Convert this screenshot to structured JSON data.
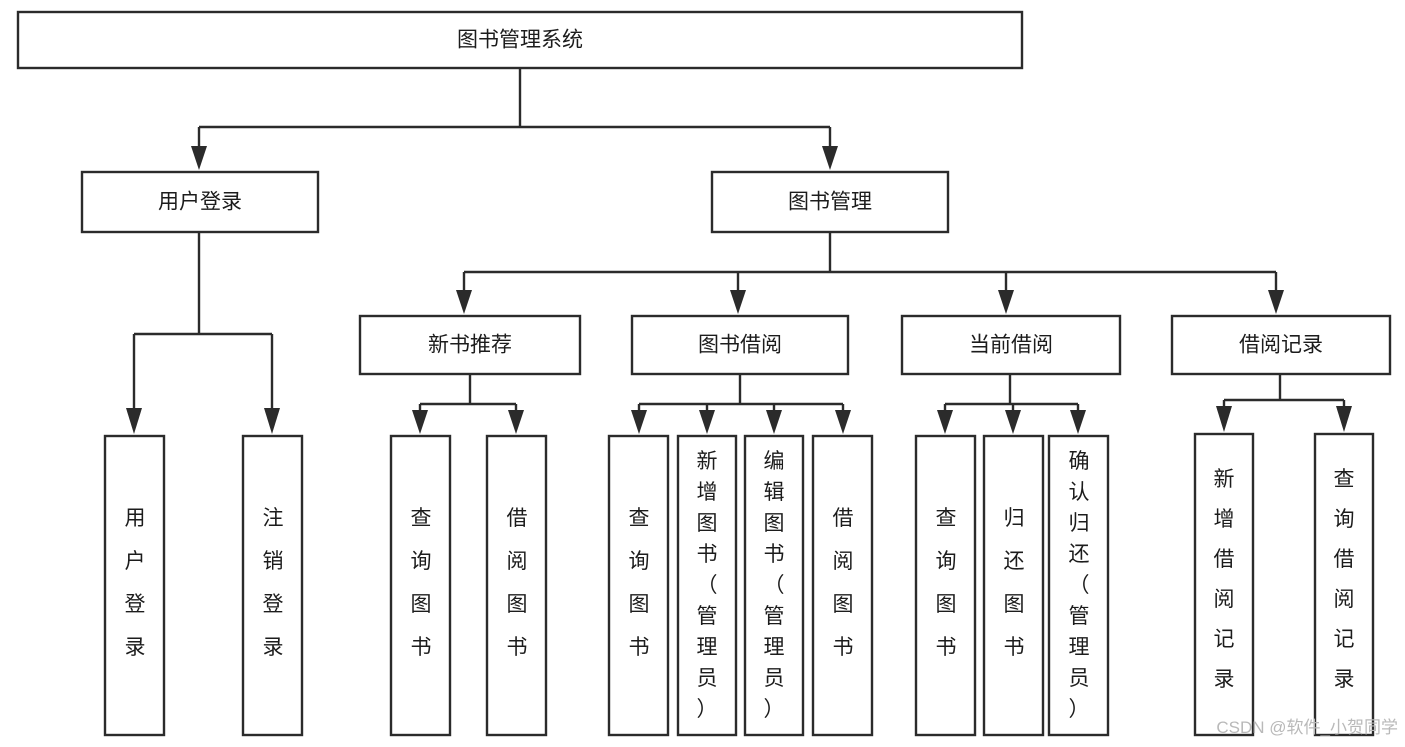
{
  "diagram": {
    "title": "图书管理系统",
    "type": "tree",
    "root": {
      "id": "root",
      "label": "图书管理系统"
    },
    "level2": [
      {
        "id": "user-login",
        "label": "用户登录"
      },
      {
        "id": "book-manage",
        "label": "图书管理"
      }
    ],
    "level3": [
      {
        "id": "new-book-recommend",
        "label": "新书推荐",
        "parent": "book-manage"
      },
      {
        "id": "book-borrow",
        "label": "图书借阅",
        "parent": "book-manage"
      },
      {
        "id": "current-borrow",
        "label": "当前借阅",
        "parent": "book-manage"
      },
      {
        "id": "borrow-record",
        "label": "借阅记录",
        "parent": "book-manage"
      }
    ],
    "leaves": {
      "user-login": [
        {
          "id": "leaf-user-login",
          "label": "用户登录"
        },
        {
          "id": "leaf-user-logout",
          "label": "注销登录"
        }
      ],
      "new-book-recommend": [
        {
          "id": "leaf-query-book-1",
          "label": "查询图书"
        },
        {
          "id": "leaf-borrow-book-1",
          "label": "借阅图书"
        }
      ],
      "book-borrow": [
        {
          "id": "leaf-query-book-2",
          "label": "查询图书"
        },
        {
          "id": "leaf-add-book",
          "label": "新增图书（管理员）"
        },
        {
          "id": "leaf-edit-book",
          "label": "编辑图书（管理员）"
        },
        {
          "id": "leaf-borrow-book-2",
          "label": "借阅图书"
        }
      ],
      "current-borrow": [
        {
          "id": "leaf-query-book-3",
          "label": "查询图书"
        },
        {
          "id": "leaf-return-book",
          "label": "归还图书"
        },
        {
          "id": "leaf-confirm-return",
          "label": "确认归还（管理员）"
        }
      ],
      "borrow-record": [
        {
          "id": "leaf-add-record",
          "label": "新增借阅记录"
        },
        {
          "id": "leaf-query-record",
          "label": "查询借阅记录"
        }
      ]
    }
  },
  "watermark": {
    "text": "CSDN @软件_小贺同学"
  },
  "colors": {
    "box_stroke": "#2b2b2b",
    "box_fill": "#ffffff",
    "text": "#1c1c1c",
    "background": "#ffffff",
    "watermark": "#b9b9b9"
  }
}
